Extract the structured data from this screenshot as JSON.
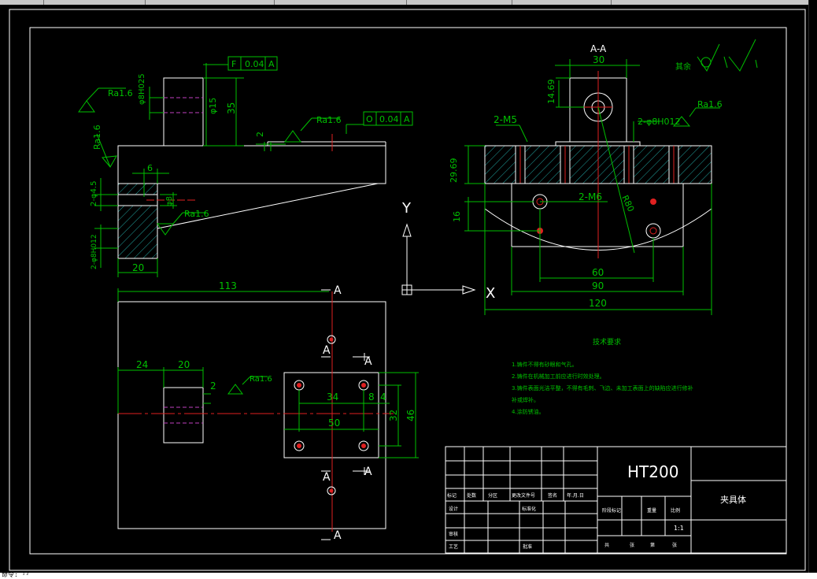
{
  "window": {
    "status_prompt": "命令: ¹²"
  },
  "drawing": {
    "section_label": "A-A",
    "ucs": {
      "x": "X",
      "y": "Y"
    },
    "material": "HT200",
    "part_name": "夹具体",
    "rest_label": "其余",
    "tech_title": "技术要求",
    "tech_notes": [
      "1.铸件不得有砂眼和气孔。",
      "2.铸件在机械加工前应进行时效处理。",
      "3.铸件表面光洁平整，不得有毛刺、飞边、未加工表面上的缺陷应进行修补",
      "补或焊补。",
      "4.涂防锈油。"
    ],
    "titleblock": {
      "row1": [
        "标记",
        "处数",
        "分区",
        "更改文件号",
        "签名",
        "年.月.日"
      ],
      "design": "设计",
      "std": "标准化",
      "stage_headers": [
        "阶段标记",
        "重量",
        "比例"
      ],
      "scale": "1:1",
      "check": "审核",
      "process": "工艺",
      "approve": "批准",
      "sheet": [
        "共",
        "张",
        "第",
        "张"
      ]
    },
    "dims": {
      "d30": "30",
      "d1469": "14.69",
      "d2969": "29.69",
      "d16": "16",
      "m5": "2-M5",
      "m6": "2-M6",
      "phi_top": "2-φ8H012",
      "r80": "R80",
      "d60": "60",
      "d90": "90",
      "d120": "120",
      "f1": "F",
      "v004": "0.04",
      "datum_a": "A",
      "f2": "O",
      "ra": "Ra1.6",
      "phi8_top": "φ8H025",
      "phi15": "φ15",
      "d35": "35",
      "d2": "2",
      "phi45": "2-φ4.5",
      "d6": "6",
      "phi8": "φ8",
      "phi8b": "2-φ8H012",
      "d20": "20",
      "d113": "113",
      "d24": "24",
      "d34": "34",
      "d8": "8",
      "d4": "4",
      "d32": "32",
      "d50": "50",
      "d46": "46"
    }
  }
}
